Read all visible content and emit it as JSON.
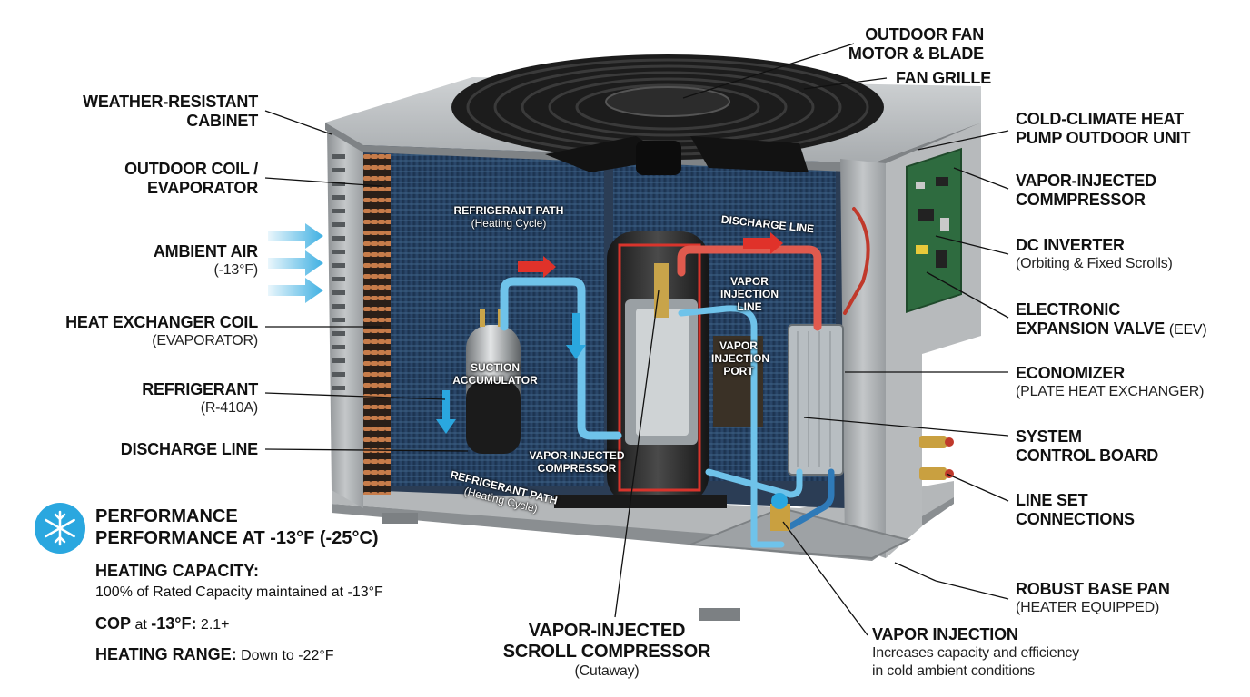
{
  "labels_left": [
    {
      "id": "cabinet",
      "title": "WEATHER-RESISTANT\nCABINET",
      "sub": ""
    },
    {
      "id": "coil",
      "title": "OUTDOOR COIL /\nEVAPORATOR",
      "sub": ""
    },
    {
      "id": "air",
      "title": "AMBIENT AIR",
      "sub": "(-13°F)"
    },
    {
      "id": "hx",
      "title": "HEAT EXCHANGER COIL",
      "sub": "(EVAPORATOR)"
    },
    {
      "id": "refrig",
      "title": "REFRIGERANT",
      "sub": "(R-410A)"
    },
    {
      "id": "discharge",
      "title": "DISCHARGE LINE",
      "sub": ""
    }
  ],
  "labels_top": [
    {
      "id": "fanmotor",
      "title": "OUTDOOR FAN\nMOTOR & BLADE"
    },
    {
      "id": "grille",
      "title": "FAN GRILLE"
    }
  ],
  "labels_right": [
    {
      "id": "unit",
      "title": "COLD-CLIMATE HEAT\nPUMP OUTDOOR UNIT",
      "sub": "",
      "inline": ""
    },
    {
      "id": "vic",
      "title": "VAPOR-INJECTED\nCOMMPRESSOR",
      "sub": "",
      "inline": ""
    },
    {
      "id": "dcinv",
      "title": "DC INVERTER",
      "sub": "(Orbiting & Fixed Scrolls)",
      "inline": ""
    },
    {
      "id": "eev",
      "title": "ELECTRONIC\nEXPANSION VALVE",
      "sub": "",
      "inline": "(EEV)"
    },
    {
      "id": "econ",
      "title": "ECONOMIZER",
      "sub": "(PLATE HEAT EXCHANGER)",
      "inline": ""
    },
    {
      "id": "board",
      "title": "SYSTEM\nCONTROL BOARD",
      "sub": "",
      "inline": ""
    },
    {
      "id": "lineset",
      "title": "LINE SET\nCONNECTIONS",
      "sub": "",
      "inline": ""
    },
    {
      "id": "basepan",
      "title": "ROBUST BASE PAN",
      "sub": "(HEATER EQUIPPED)",
      "inline": ""
    }
  ],
  "labels_bottom": [
    {
      "id": "scroll",
      "title": "VAPOR-INJECTED\nSCROLL COMPRESSOR",
      "sub": "(Cutaway)"
    },
    {
      "id": "vinj",
      "title": "VAPOR INJECTION",
      "sub": "Increases capacity and efficiency\nin cold ambient conditions"
    }
  ],
  "inner_labels": {
    "path_top": {
      "title": "REFRIGERANT PATH",
      "sub": "(Heating Cycle)"
    },
    "discharge_in": "DISCHARGE LINE",
    "vil": "VAPOR\nINJECTION\nLINE",
    "vip": "VAPOR\nINJECTION\nPORT",
    "accum": "SUCTION\nACCUMULATOR",
    "comp_in": "VAPOR-INJECTED\nCOMPRESSOR",
    "path_bottom": {
      "title": "REFRIGERANT PATH",
      "sub": "(Heating Cycle)"
    }
  },
  "performance": {
    "icon": "snowflake-icon",
    "heading": "PERFORMANCE\nPERFORMANCE AT -13°F (-25°C)",
    "capacity_label": "HEATING CAPACITY:",
    "capacity_value": "100% of Rated Capacity maintained at -13°F",
    "cop_label": "COP",
    "cop_mid": "at",
    "cop_temp": "-13°F:",
    "cop_value": "2.1+",
    "range_label": "HEATING RANGE:",
    "range_value": "Down to -22°F"
  },
  "colors": {
    "accent_blue": "#2aa7df",
    "hot_pipe": "#e05a4e",
    "cold_pipe": "#6fc3ea",
    "cabinet": "#a9acae",
    "coil": "#213a56"
  }
}
